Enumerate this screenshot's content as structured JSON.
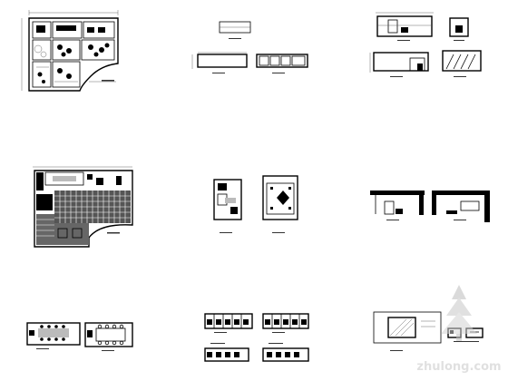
{
  "sheet": {
    "background": "#ffffff",
    "line_color": "#000000"
  },
  "watermark": {
    "brand": "zhulong.com",
    "logo_name": "zhulong-logo-icon",
    "color": "#c8c8c8"
  },
  "drawings": [
    {
      "id": "floor-plan-1",
      "kind": "floor-plan"
    },
    {
      "id": "elevation-set-top-middle",
      "kind": "elevation"
    },
    {
      "id": "elevation-set-top-right",
      "kind": "elevation"
    },
    {
      "id": "floor-plan-2",
      "kind": "ceiling-plan"
    },
    {
      "id": "detail-plans-middle",
      "kind": "detail"
    },
    {
      "id": "section-set-middle-right",
      "kind": "section"
    },
    {
      "id": "meeting-room-plans",
      "kind": "floor-plan"
    },
    {
      "id": "cabinet-elevations",
      "kind": "elevation"
    },
    {
      "id": "detail-bottom-right",
      "kind": "detail"
    }
  ]
}
